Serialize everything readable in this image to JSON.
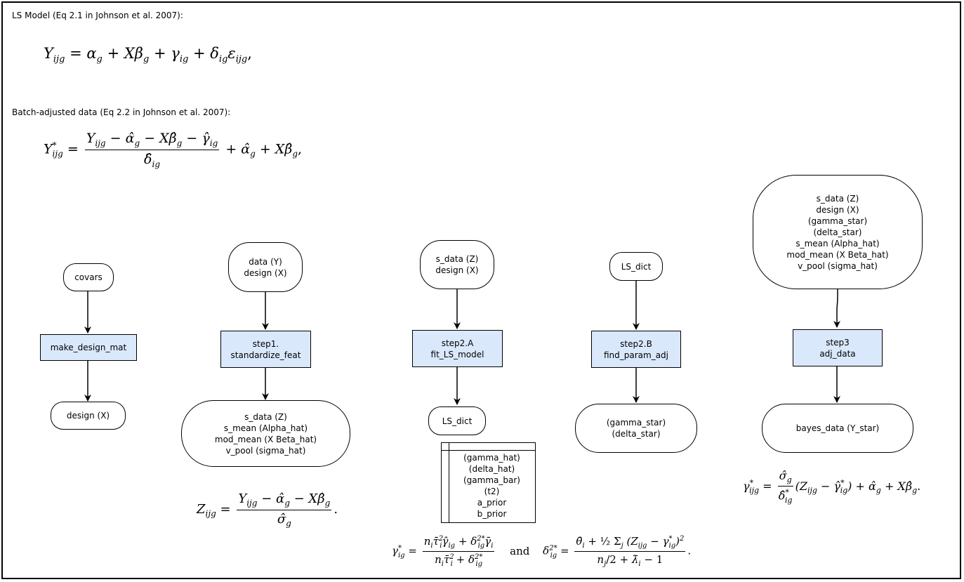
{
  "headings": {
    "ls_model": "LS Model (Eq 2.1 in Johnson et al. 2007):",
    "batch_adjusted": "Batch-adjusted data (Eq 2.2 in Johnson et al. 2007):"
  },
  "nodes": {
    "covars": "covars",
    "make_design_mat": "make_design_mat",
    "design_x_out": "design (X)",
    "data_in": [
      "data (Y)",
      "design (X)"
    ],
    "step1": [
      "step1.",
      "standardize_feat"
    ],
    "step1_out": [
      "s_data (Z)",
      "s_mean (Alpha_hat)",
      "mod_mean (X Beta_hat)",
      "v_pool (sigma_hat)"
    ],
    "step2a_in": [
      "s_data (Z)",
      "design (X)"
    ],
    "step2a": [
      "step2.A",
      "fit_LS_model"
    ],
    "ls_dict_out": "LS_dict",
    "ls_dict_table": [
      "(gamma_hat)",
      "(delta_hat)",
      "(gamma_bar)",
      "(t2)",
      "a_prior",
      "b_prior"
    ],
    "ls_dict_in": "LS_dict",
    "step2b": [
      "step2.B",
      "find_param_adj"
    ],
    "step2b_out": [
      "(gamma_star)",
      "(delta_star)"
    ],
    "step3_in": [
      "s_data (Z)",
      "design (X)",
      "(gamma_star)",
      "(delta_star)",
      "s_mean (Alpha_hat)",
      "mod_mean (X Beta_hat)",
      "v_pool (sigma_hat)"
    ],
    "step3": [
      "step3",
      "adj_data"
    ],
    "step3_out": "bayes_data (Y_star)"
  },
  "equations": {
    "and_word": "and"
  },
  "colors": {
    "process_fill": "#dae8fc",
    "terminal_fill": "#ffffff",
    "stroke": "#000000"
  }
}
